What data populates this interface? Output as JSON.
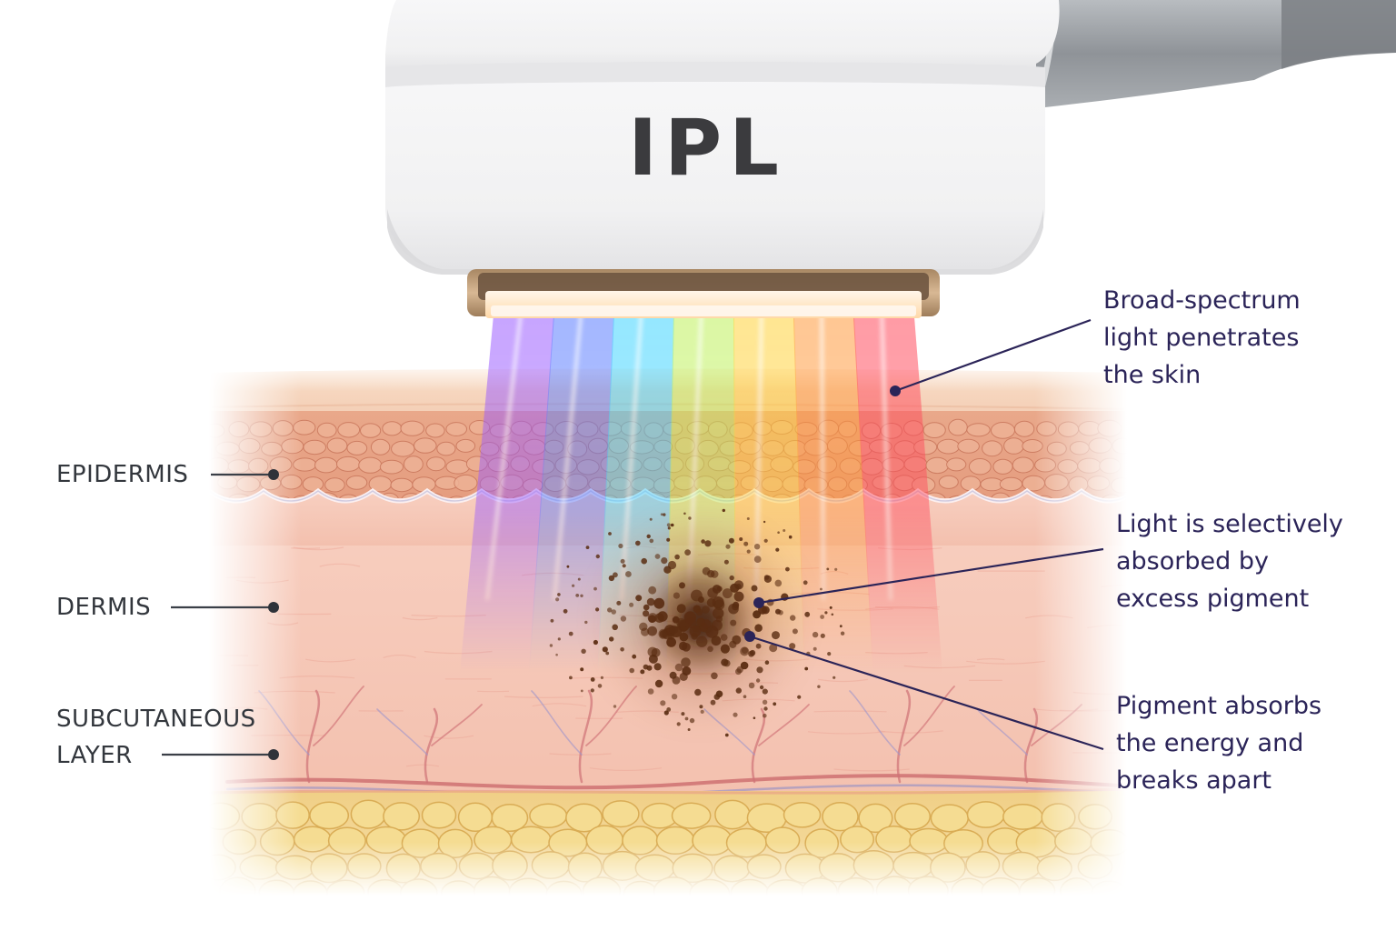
{
  "device": {
    "label": "IPL",
    "colors": {
      "body": "#f4f4f5",
      "lamp_frame": "#c7a27d",
      "lamp_glow": "#fff1dd",
      "arm": "#9a9ea3"
    }
  },
  "light_spectrum": [
    "#9b5cff",
    "#5b7cff",
    "#3fd3ff",
    "#bff15a",
    "#ffd23a",
    "#ff9a3c",
    "#ff4a5c"
  ],
  "layers": [
    {
      "id": "epidermis",
      "label": "EPIDERMIS",
      "color": "#e8a283"
    },
    {
      "id": "dermis",
      "label": "DERMIS",
      "color": "#f6c7b7"
    },
    {
      "id": "subcutaneous",
      "label_lines": [
        "SUBCUTANEOUS",
        "LAYER"
      ],
      "color": "#f2d285"
    }
  ],
  "callouts": [
    {
      "id": "broad-spectrum",
      "lines": [
        "Broad-spectrum",
        "light penetrates",
        "the skin"
      ]
    },
    {
      "id": "selective-absorption",
      "lines": [
        "Light is selectively",
        "absorbed by",
        "excess pigment"
      ]
    },
    {
      "id": "pigment-breakdown",
      "lines": [
        "Pigment absorbs",
        "the energy and",
        "breaks apart"
      ]
    }
  ],
  "colors": {
    "left_label_text": "#33373d",
    "right_label_text": "#2b2458",
    "leader_left": "#3a3f47",
    "leader_right": "#2b2458",
    "pigment": "#5a2d12"
  }
}
